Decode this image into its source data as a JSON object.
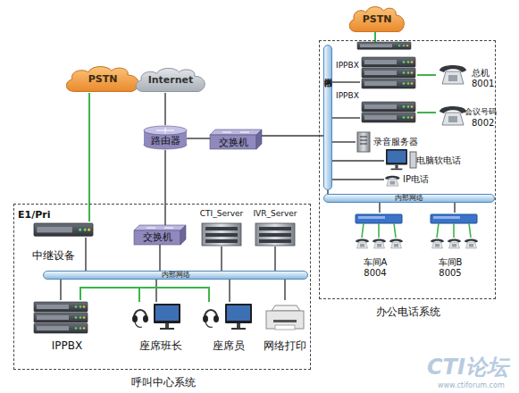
{
  "diagram": {
    "nodes": [
      {
        "text": [
          "PSTN"
        ]
      },
      {
        "text": [
          "PSTN"
        ]
      },
      {
        "text": [
          "Internet"
        ]
      },
      {
        "text": [
          "路由器"
        ]
      },
      {
        "text": [
          "交换机"
        ]
      },
      {
        "text": [
          "办公电话系统"
        ]
      },
      {
        "text": [
          "内部网络"
        ],
        "in": 5
      },
      {
        "text": [
          "IPPBX"
        ],
        "in": 5
      },
      {
        "text": [
          "总机",
          "8001"
        ],
        "in": 5
      },
      {
        "text": [
          "IPPBX"
        ],
        "in": 5
      },
      {
        "text": [
          "会议号码",
          "8002"
        ],
        "in": 5
      },
      {
        "text": [
          "录音服务器"
        ],
        "in": 5
      },
      {
        "text": [
          "电脑软电话"
        ],
        "in": 5
      },
      {
        "text": [
          "IP电话"
        ],
        "in": 5
      },
      {
        "text": [
          "内部网络"
        ],
        "in": 5
      },
      {
        "text": [
          "车间A",
          "8004"
        ],
        "in": 5
      },
      {
        "text": [
          "车间B",
          "8005"
        ],
        "in": 5
      },
      {
        "text": [
          "呼叫中心系统"
        ]
      },
      {
        "text": [
          "E1/Pri",
          "中继设备"
        ],
        "in": 17
      },
      {
        "text": [
          "交换机"
        ],
        "in": 17
      },
      {
        "text": [
          "CTI_Server"
        ],
        "in": 17
      },
      {
        "text": [
          "IVR_Server"
        ],
        "in": 17
      },
      {
        "text": [
          "内部网络"
        ],
        "in": 17
      },
      {
        "text": [
          "IPPBX"
        ],
        "in": 17
      },
      {
        "text": [
          "座席班长"
        ],
        "in": 17
      },
      {
        "text": [
          "座席员"
        ],
        "in": 17
      },
      {
        "text": [
          "网络打印"
        ],
        "in": 17
      }
    ],
    "edges": [
      {
        "from": 2,
        "to": 3,
        "arrow": "none"
      },
      {
        "from": 3,
        "to": 4,
        "arrow": "none"
      },
      {
        "from": 4,
        "to": 6,
        "arrow": "none"
      },
      {
        "from": 3,
        "to": 19,
        "arrow": "none"
      },
      {
        "from": 1,
        "to": 18,
        "arrow": "none"
      },
      {
        "from": 6,
        "to": 7,
        "arrow": "none"
      },
      {
        "from": 7,
        "to": 8,
        "arrow": "none"
      },
      {
        "from": 6,
        "to": 9,
        "arrow": "none"
      },
      {
        "from": 9,
        "to": 10,
        "arrow": "none"
      },
      {
        "from": 6,
        "to": 11,
        "arrow": "none"
      },
      {
        "from": 6,
        "to": 12,
        "arrow": "none"
      },
      {
        "from": 6,
        "to": 13,
        "arrow": "none"
      },
      {
        "from": 6,
        "to": 14,
        "arrow": "none"
      },
      {
        "from": 14,
        "to": 15,
        "arrow": "none"
      },
      {
        "from": 14,
        "to": 16,
        "arrow": "none"
      },
      {
        "from": 18,
        "to": 22,
        "arrow": "none"
      },
      {
        "from": 19,
        "to": 22,
        "arrow": "none"
      },
      {
        "from": 20,
        "to": 22,
        "arrow": "none"
      },
      {
        "from": 21,
        "to": 22,
        "arrow": "none"
      },
      {
        "from": 22,
        "to": 23,
        "arrow": "none"
      },
      {
        "from": 22,
        "to": 24,
        "arrow": "none"
      },
      {
        "from": 22,
        "to": 25,
        "arrow": "none"
      },
      {
        "from": 22,
        "to": 26,
        "arrow": "none"
      },
      {
        "from": 23,
        "to": 24,
        "arrow": "none"
      },
      {
        "from": 23,
        "to": 25,
        "arrow": "none"
      }
    ],
    "labels": [
      "CTI论坛",
      "www.ctiforum.com"
    ]
  }
}
